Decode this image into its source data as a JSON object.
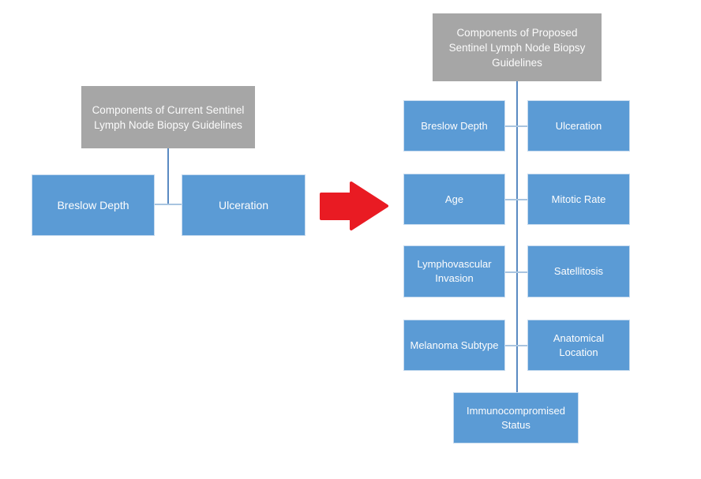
{
  "colors": {
    "node_blue": "#5b9bd5",
    "header_gray": "#a6a6a6",
    "arrow_red": "#e91b23",
    "connector_vertical": "#5a8ac2",
    "connector_horizontal": "#a8c4e0",
    "node_text": "#ffffff"
  },
  "left_chart": {
    "title": "Components of Current Sentinel Lymph Node Biopsy Guidelines",
    "nodes": [
      {
        "label": "Breslow Depth"
      },
      {
        "label": "Ulceration"
      }
    ]
  },
  "arrow": {
    "icon": "right-arrow"
  },
  "right_chart": {
    "title": "Components of Proposed Sentinel Lymph Node Biopsy Guidelines",
    "rows": [
      {
        "left": "Breslow Depth",
        "right": "Ulceration"
      },
      {
        "left": "Age",
        "right": "Mitotic Rate"
      },
      {
        "left": "Lymphovascular Invasion",
        "right": "Satellitosis"
      },
      {
        "left": "Melanoma Subtype",
        "right": "Anatomical Location"
      }
    ],
    "bottom": "Immunocompromised Status"
  }
}
